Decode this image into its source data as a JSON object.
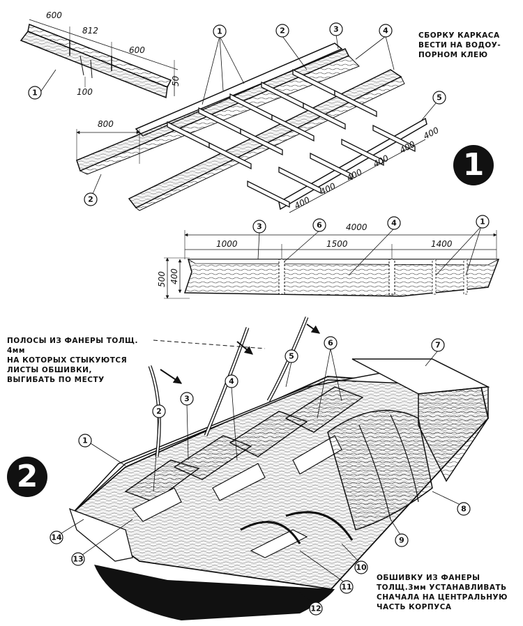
{
  "figure_numbers": {
    "fig1": "1",
    "fig2": "2"
  },
  "notes": {
    "glue": [
      "СБОРКУ КАРКАСА",
      "ВЕСТИ НА ВОДОУ-",
      "ПОРНОМ КЛЕЮ"
    ],
    "strips": [
      "ПОЛОСЫ ИЗ ФАНЕРЫ ТОЛЩ. 4мм",
      "НА КОТОРЫХ СТЫКУЮТСЯ",
      "ЛИСТЫ ОБШИВКИ,",
      "ВЫГИБАТЬ ПО МЕСТУ"
    ],
    "plating": [
      "ОБШИВКУ ИЗ ФАНЕРЫ",
      "ТОЛЩ.3мм УСТАНАВЛИВАТЬ",
      "СНАЧАЛА НА ЦЕНТРАЛЬНУЮ",
      "ЧАСТЬ КОРПУСА"
    ]
  },
  "dimensions": {
    "beam_top": [
      "600",
      "812",
      "600"
    ],
    "beam_side": [
      "50",
      "100"
    ],
    "frame_800": "800",
    "frame_bays": [
      "400",
      "400",
      "400",
      "400",
      "400",
      "400"
    ],
    "side_total": "4000",
    "side_parts": [
      "1000",
      "1500",
      "1400"
    ],
    "side_height_outer": "500",
    "side_height_inner": "400"
  },
  "callouts": {
    "fig1": [
      "1",
      "1",
      "2",
      "3",
      "4",
      "5",
      "2",
      "3",
      "6",
      "4",
      "1"
    ],
    "fig2": [
      "1",
      "2",
      "3",
      "4",
      "5",
      "6",
      "7",
      "8",
      "9",
      "10",
      "11",
      "12",
      "13",
      "14"
    ]
  }
}
